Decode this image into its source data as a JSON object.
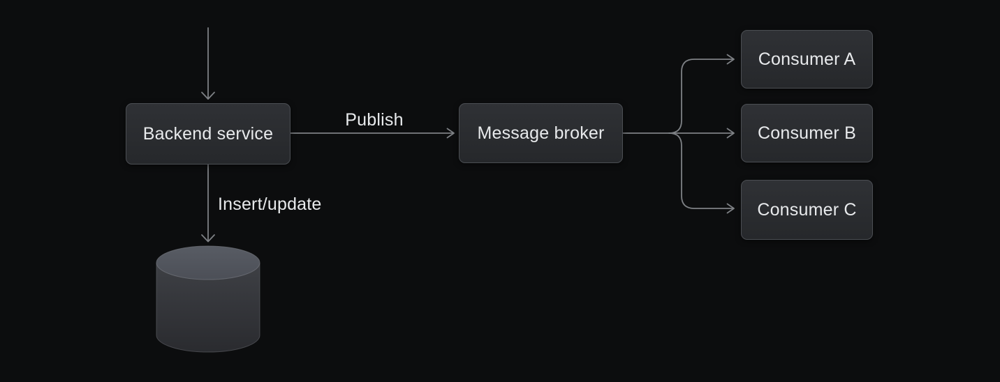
{
  "colors": {
    "bg": "#0c0d0e",
    "line": "#7e8185",
    "text": "#e8eaec",
    "node_fill_top": "#2f3135",
    "node_fill_bottom": "#26282b",
    "node_border": "#4b4e53",
    "cyl_top": "#53565e",
    "cyl_top_edge": "#73767d",
    "cyl_body_top": "#3e4045",
    "cyl_body_bottom": "#2a2b2f",
    "cyl_body_edge": "#5d6066"
  },
  "nodes": {
    "backend": {
      "label": "Backend service"
    },
    "broker": {
      "label": "Message broker"
    },
    "consumer_a": {
      "label": "Consumer A"
    },
    "consumer_b": {
      "label": "Consumer B"
    },
    "consumer_c": {
      "label": "Consumer C"
    }
  },
  "edge_labels": {
    "publish": "Publish",
    "insert_update": "Insert/update"
  },
  "icons": {
    "database": "database-cylinder-icon"
  }
}
